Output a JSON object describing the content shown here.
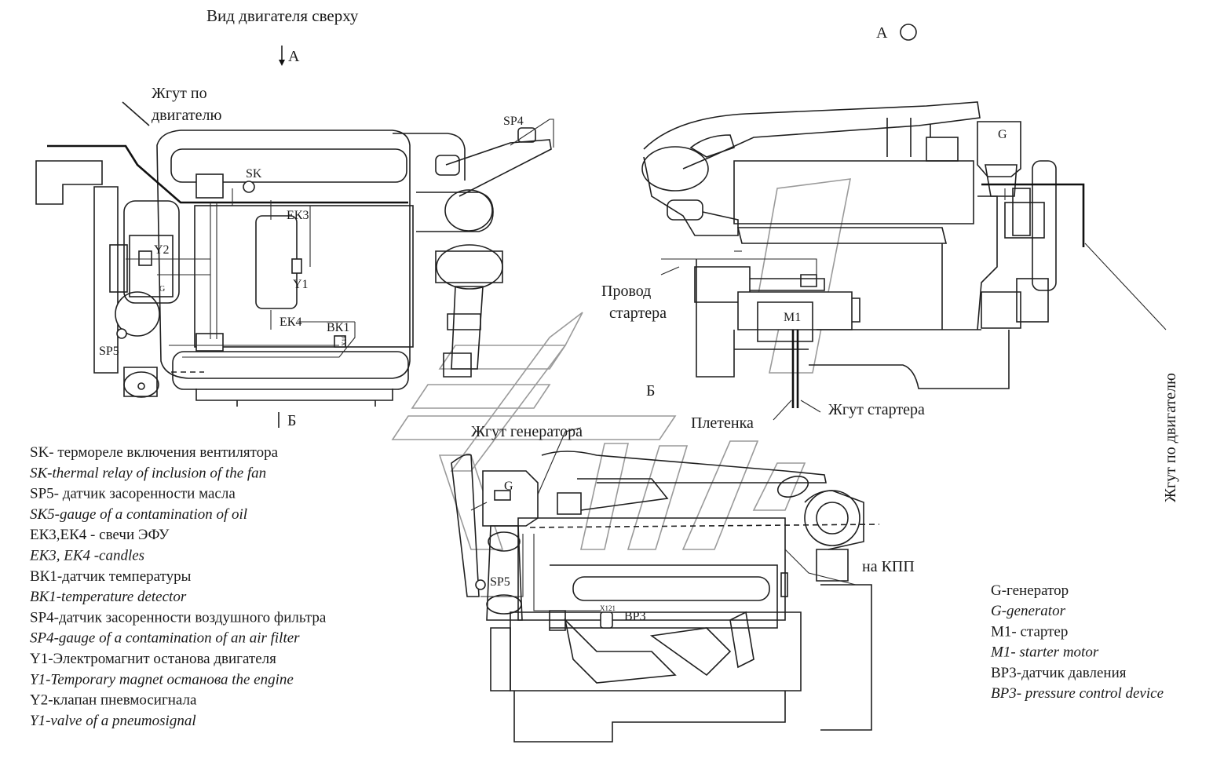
{
  "title": "Вид двигателя сверху",
  "view_a": "А",
  "view_a_marker": "А",
  "view_b": "Б",
  "view_b_marker": "Б",
  "callouts": {
    "harness_top_left": [
      "Жгут по",
      "двигателю"
    ],
    "harness_right": "Жгут по двигателю",
    "starter_wire": [
      "Провод",
      "стартера"
    ],
    "braid": "Плетенка",
    "starter_harness": "Жгут стартера",
    "generator_harness": "Жгут генератора",
    "to_gearbox": "на КПП"
  },
  "component_labels": {
    "SK": "SK",
    "SP4": "SP4",
    "SP5": "SP5",
    "EK3": "ЕК3",
    "EK4": "ЕК4",
    "Y1": "Y1",
    "Y2": "Y2",
    "BK1": "ВК1",
    "G": "G",
    "M1": "M1",
    "BP3": "BP3",
    "X121": "X121",
    "X19": "X19"
  },
  "legend_left": [
    {
      "text": "SK- термореле включения вентилятора",
      "italic": false
    },
    {
      "text": "SK-thermal relay of inclusion of the fan",
      "italic": true
    },
    {
      "text": "SP5- датчик засоренности масла",
      "italic": false
    },
    {
      "text": "SK5-gauge of a contamination of oil",
      "italic": true
    },
    {
      "text": "ЕК3,ЕК4 - свечи ЭФУ",
      "italic": false
    },
    {
      "text": "ЕК3, ЕК4 -candles",
      "italic": true
    },
    {
      "text": "ВК1-датчик температуры",
      "italic": false
    },
    {
      "text": "ВК1-temperature detector",
      "italic": true
    },
    {
      "text": "SP4-датчик засоренности воздушного фильтра",
      "italic": false
    },
    {
      "text": "SP4-gauge of a contamination of an air filter",
      "italic": true
    },
    {
      "text": "Y1-Электромагнит останова двигателя",
      "italic": false
    },
    {
      "text": "Y1-Temporary magnet останова the engine",
      "italic": true
    },
    {
      "text": "Y2-клапан пневмосигнала",
      "italic": false
    },
    {
      "text": "Y1-valve of a pneumosignal",
      "italic": true
    }
  ],
  "legend_right": [
    {
      "text": "G-генератор",
      "italic": false
    },
    {
      "text": "G-generator",
      "italic": true
    },
    {
      "text": "M1- стартер",
      "italic": false
    },
    {
      "text": "M1- starter motor",
      "italic": true
    },
    {
      "text": "BP3-датчик давления",
      "italic": false
    },
    {
      "text": "BP3- pressure control device",
      "italic": true
    }
  ]
}
